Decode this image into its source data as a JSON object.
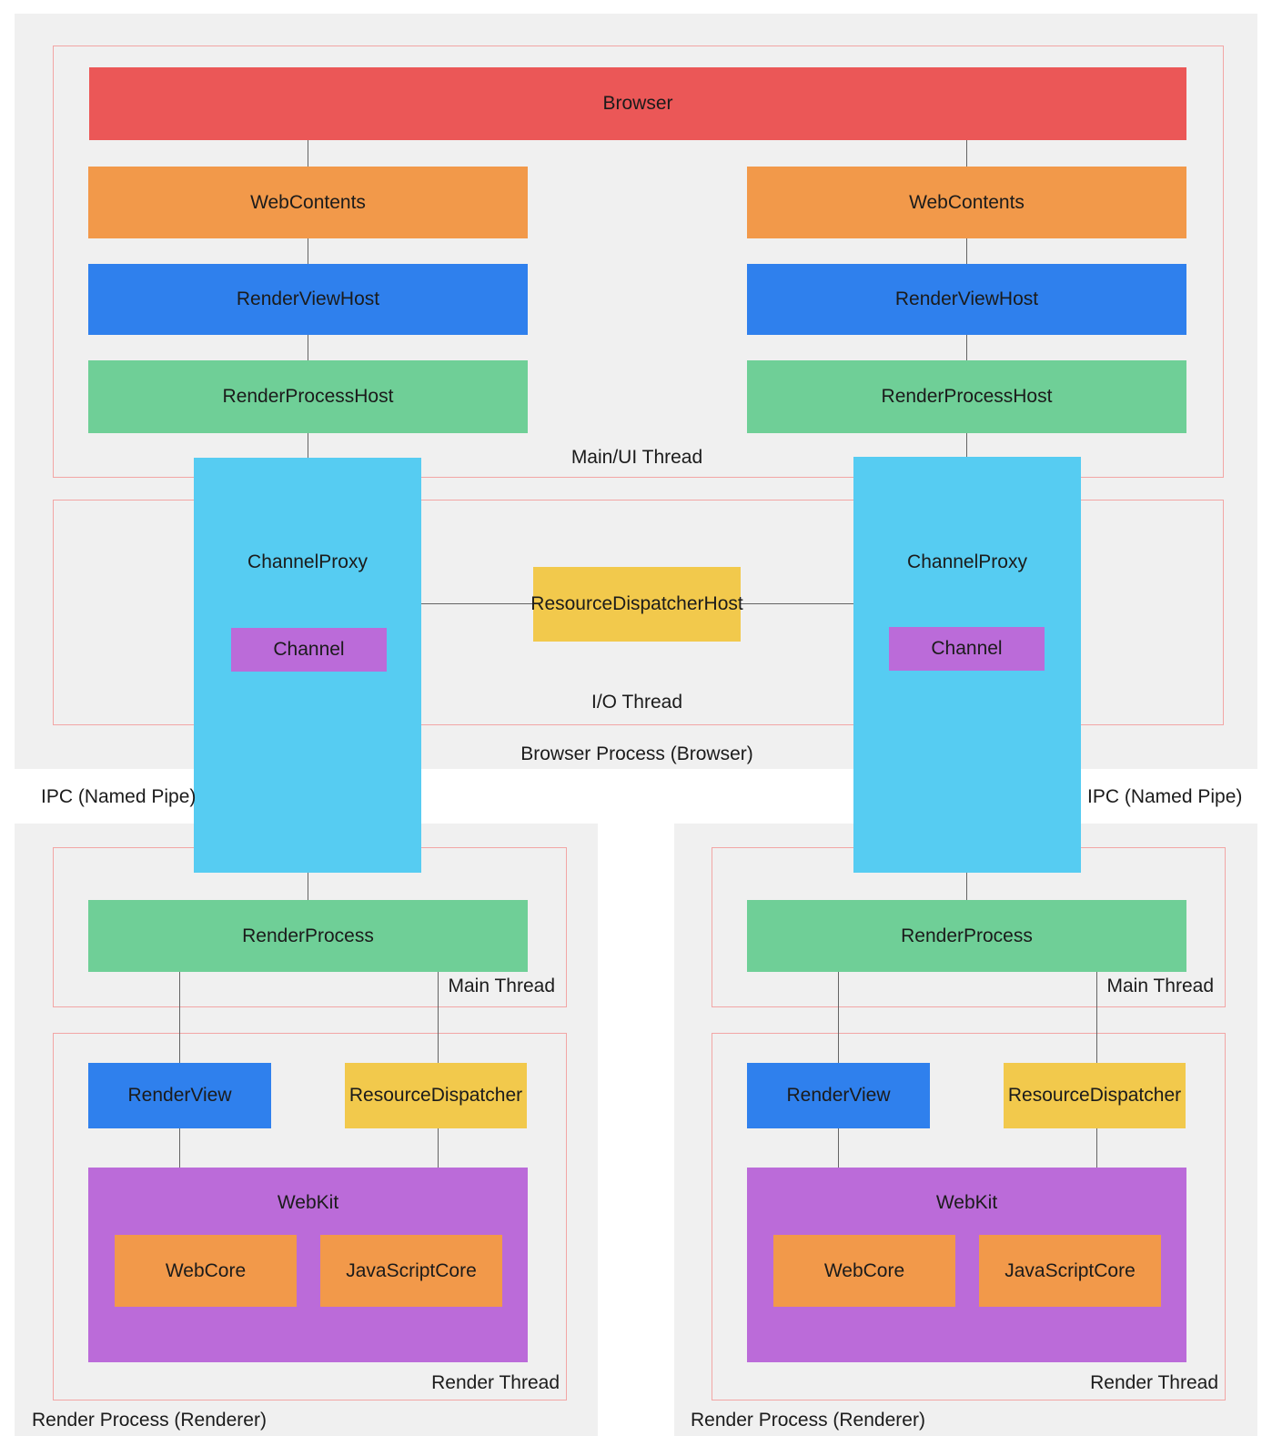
{
  "colors": {
    "red": "#EB5757",
    "orange": "#F2994A",
    "blue": "#2F80ED",
    "green": "#6FCF97",
    "cyan": "#56CCF2",
    "purple": "#BB6BD9",
    "yellow": "#F2C94C",
    "section_bg": "#F0F0F0",
    "thread_border": "#F2A6A5",
    "connector": "#646464",
    "text": "#1B1B1B"
  },
  "browser_process": {
    "title": "Browser Process (Browser)",
    "main_ui_thread": {
      "label": "Main/UI Thread",
      "browser": "Browser",
      "web_contents": "WebContents",
      "render_view_host": "RenderViewHost",
      "render_process_host": "RenderProcessHost"
    },
    "io_thread": {
      "label": "I/O Thread",
      "channel_proxy": "ChannelProxy",
      "channel": "Channel",
      "resource_dispatcher_host": "ResourceDispatcherHost"
    }
  },
  "ipc_label": "IPC (Named Pipe)",
  "render_process": {
    "title": "Render Process (Renderer)",
    "main_thread": {
      "label": "Main Thread",
      "render_process": "RenderProcess"
    },
    "render_thread": {
      "label": "Render Thread",
      "render_view": "RenderView",
      "resource_dispatcher": "ResourceDispatcher",
      "webkit": "WebKit",
      "web_core": "WebCore",
      "javascript_core": "JavaScriptCore"
    }
  }
}
